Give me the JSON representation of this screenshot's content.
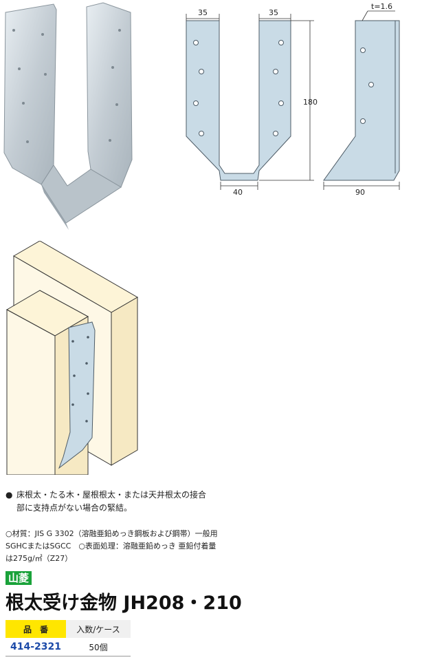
{
  "drawing": {
    "dim_top_left": "35",
    "dim_top_right": "35",
    "dim_bottom": "40",
    "dim_height": "180",
    "dim_thickness": "t=1.6",
    "dim_side_width": "90"
  },
  "feature": {
    "bullet": "●",
    "text": "床根太・たる木・屋根根太・または天井根太の接合部に支持点がない場合の緊結。"
  },
  "spec": {
    "text": "○材質：JIS G 3302（溶融亜鉛めっき鋼板および鋼帯）一般用SGHCまたはSGCC　○表面処理：溶融亜鉛めっき 亜鉛付着量は275g/㎡（Z27）"
  },
  "brand": "山菱",
  "title": "根太受け金物 JH208・210",
  "table": {
    "header_code": "品　番",
    "header_qty": "入数/ケース",
    "code": "414-2321",
    "qty": "50個"
  },
  "colors": {
    "metal": "#c9dbe6",
    "wood": "#fdf4d7",
    "brand_green": "#1aa23a",
    "header_yellow": "#ffe600",
    "code_blue": "#1c4aa8"
  }
}
